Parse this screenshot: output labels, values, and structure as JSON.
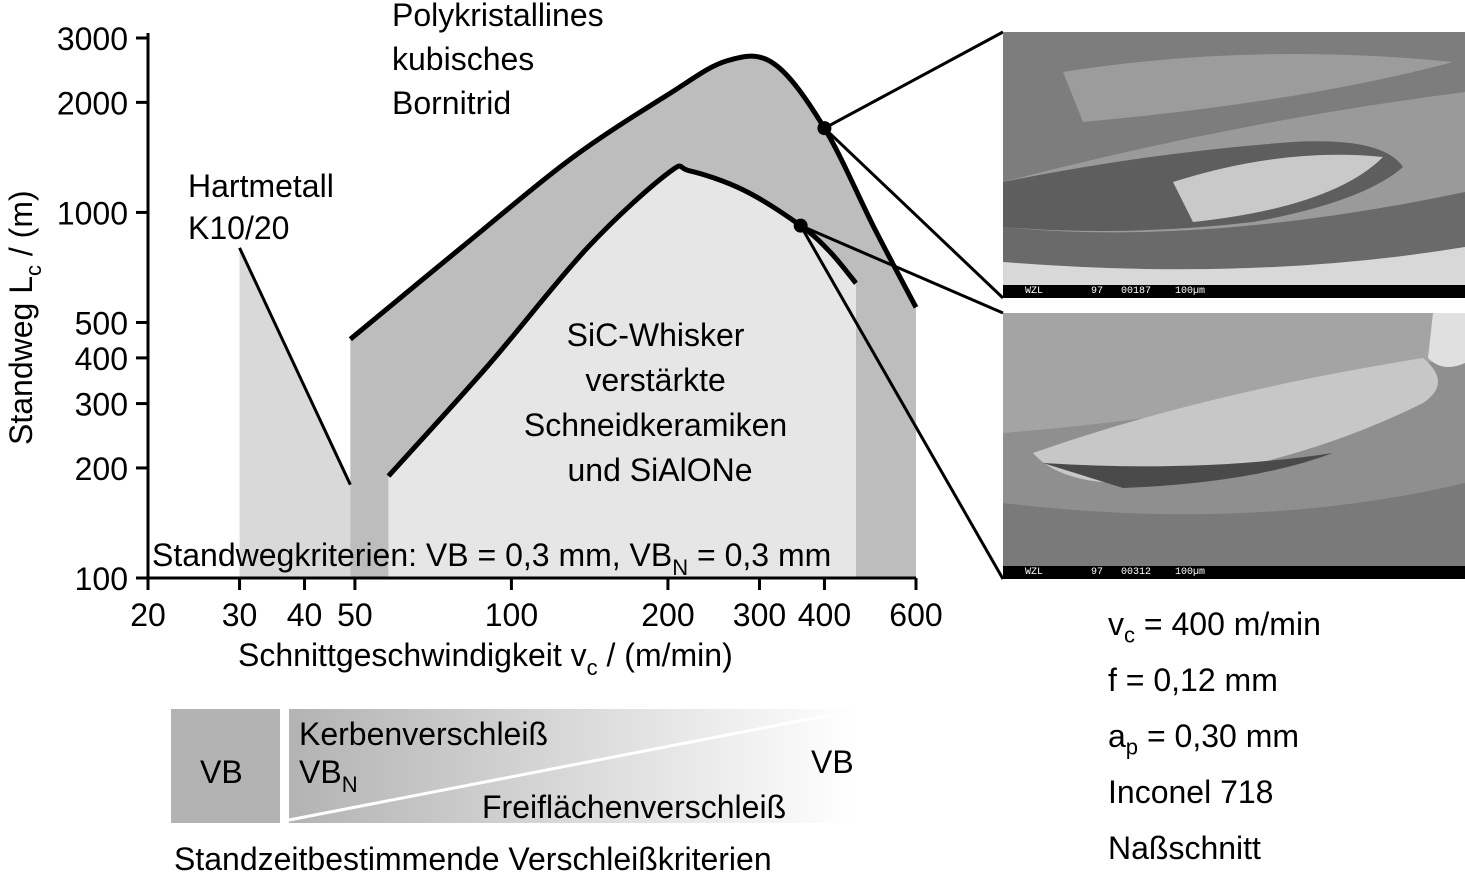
{
  "chart_data": {
    "type": "area",
    "x_scale": "log",
    "y_scale": "log",
    "xlim": [
      20,
      600
    ],
    "ylim": [
      100,
      3000
    ],
    "xlabel_main": "Schnittgeschwindigkeit  v",
    "xlabel_sub": "c",
    "xlabel_unit": " / (m/min)",
    "ylabel_main": "Standweg L",
    "ylabel_sub": "c",
    "ylabel_unit": " / (m)",
    "x_ticks": [
      20,
      30,
      40,
      50,
      100,
      200,
      300,
      400,
      600
    ],
    "x_tick_labels": [
      "20",
      "30",
      "40",
      "50",
      "100",
      "200",
      "300",
      "400",
      "600"
    ],
    "y_ticks": [
      100,
      200,
      300,
      400,
      500,
      1000,
      2000,
      3000
    ],
    "y_tick_labels": [
      "100",
      "200",
      "300",
      "400",
      "500",
      "1000",
      "2000",
      "3000"
    ],
    "series": [
      {
        "name_lines": [
          "Hartmetall",
          "K10/20"
        ],
        "fill": "#d9d9d9",
        "upper": [
          [
            30,
            800
          ],
          [
            49,
            180
          ]
        ],
        "lower": [
          [
            30,
            100
          ],
          [
            49,
            100
          ]
        ]
      },
      {
        "name_lines": [
          "Polykristallines",
          "kubisches",
          "Bornitrid"
        ],
        "fill": "#bdbdbd",
        "upper": [
          [
            49,
            450
          ],
          [
            80,
            800
          ],
          [
            130,
            1400
          ],
          [
            200,
            2100
          ],
          [
            260,
            2600
          ],
          [
            320,
            2550
          ],
          [
            400,
            1700
          ],
          [
            500,
            900
          ],
          [
            600,
            550
          ]
        ],
        "lower": [
          [
            49,
            100
          ],
          [
            600,
            100
          ]
        ]
      },
      {
        "name_lines": [
          "SiC-Whisker",
          "verstärkte",
          "Schneidkeramiken",
          "und SiAlONe"
        ],
        "fill": "#e6e6e6",
        "upper": [
          [
            58,
            190
          ],
          [
            90,
            380
          ],
          [
            140,
            800
          ],
          [
            200,
            1280
          ],
          [
            220,
            1300
          ],
          [
            280,
            1150
          ],
          [
            360,
            920
          ],
          [
            410,
            780
          ],
          [
            460,
            640
          ]
        ],
        "lower": [
          [
            58,
            100
          ],
          [
            460,
            100
          ]
        ]
      }
    ],
    "markers": [
      [
        400,
        1700
      ],
      [
        360,
        920
      ]
    ],
    "annotation": {
      "main": "Standwegkriterien: VB = 0,3 mm, VB",
      "sub": "N",
      "tail": " = 0,3 mm"
    }
  },
  "wear": {
    "vb_left": "VB",
    "kerb": "Kerbenverschleiß",
    "vbn_main": "VB",
    "vbn_sub": "N",
    "vb_right": "VB",
    "flank": "Freiflächenverschleiß",
    "caption": "Standzeitbestimmende Verschleißkriterien"
  },
  "photos": [
    {
      "scale_text": "WZL        97   00187    100µm"
    },
    {
      "scale_text": "WZL        97   00312    100µm"
    }
  ],
  "conditions": {
    "vc_main": "v",
    "vc_sub": "c",
    "vc_tail": " = 400 m/min",
    "f": "f = 0,12 mm",
    "ap_main": "a",
    "ap_sub": "p",
    "ap_tail": " = 0,30 mm",
    "material": "Inconel 718",
    "cooling": "Naßschnitt"
  }
}
